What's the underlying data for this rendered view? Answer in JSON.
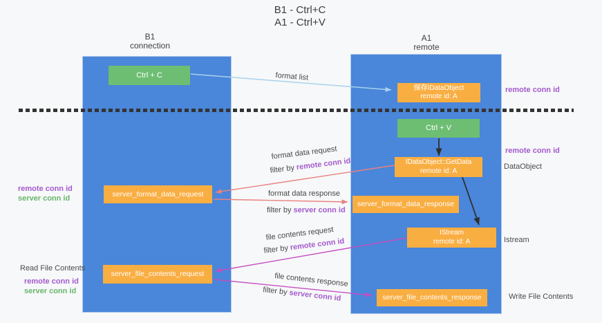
{
  "title": {
    "line1": "B1 - Ctrl+C",
    "line2": "A1 - Ctrl+V"
  },
  "lanes": {
    "left": {
      "name": "B1",
      "subtitle": "connection"
    },
    "right": {
      "name": "A1",
      "subtitle": "remote"
    }
  },
  "nodes": {
    "ctrl_c": "Ctrl + C",
    "ctrl_v": "Ctrl + V",
    "save_dataobject": {
      "line1": "保存IDataObject",
      "line2": "remote id: A"
    },
    "getdata": {
      "line1": "IDataObject::GetData",
      "line2": "remote id: A"
    },
    "istream": {
      "line1": "IStream",
      "line2": "remote id: A"
    },
    "server_format_data_request": "server_format_data_request",
    "server_format_data_response": "server_format_data_response",
    "server_file_contents_request": "server_file_contents_request",
    "server_file_contents_response": "server_file_contents_response"
  },
  "labels": {
    "format_list": "format list",
    "format_data_request": "format data request",
    "format_data_response": "format data response",
    "file_contents_request": "file contents request",
    "file_contents_response": "file contents response",
    "filter_by": "filter by",
    "remote_conn_id": "remote conn id",
    "server_conn_id": "server conn id",
    "read_file_contents": "Read File Contents",
    "write_file_contents": "Write File Contents",
    "dataobject": "DataObject",
    "istream": "Istream"
  },
  "colors": {
    "lane": "#4a86d9",
    "node_green": "#6dbe73",
    "node_orange": "#f9ae42",
    "arrow_blue": "#a8d2ee",
    "arrow_red": "#e88280",
    "arrow_magenta": "#c44fc4",
    "arrow_black": "#2f2f2f",
    "label_purple": "#a35ace",
    "label_green": "#67b66c",
    "dash": "#333333",
    "background": "#f7f8f9",
    "text_dark": "#3f3f3f"
  }
}
